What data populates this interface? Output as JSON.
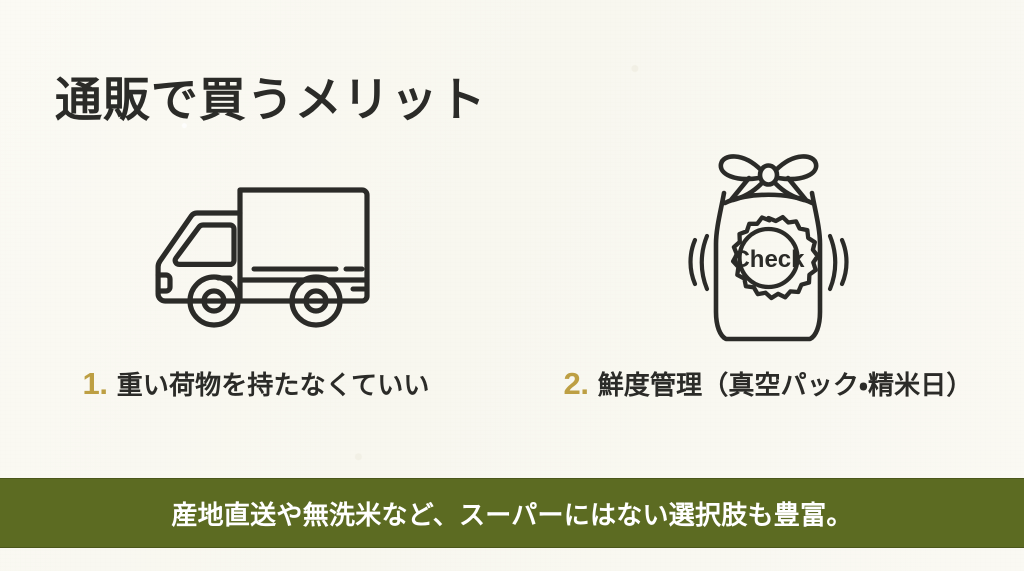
{
  "slide": {
    "background_color": "#faf9f2",
    "title": "通販で買うメリット",
    "title_color": "#2b2b28"
  },
  "benefits": [
    {
      "number": "1.",
      "number_color": "#bd9f43",
      "text": "重い荷物を持たなくていい",
      "icon": "delivery-truck-icon"
    },
    {
      "number": "2.",
      "number_color": "#bd9f43",
      "text": "鮮度管理（真空パック・精米日）",
      "icon": "rice-bag-icon",
      "seal_label": "Check"
    }
  ],
  "banner": {
    "text": "産地直送や無洗米など、スーパーにはない選択肢も豊富。",
    "background_color": "#5c6b22",
    "text_color": "#ffffff"
  }
}
